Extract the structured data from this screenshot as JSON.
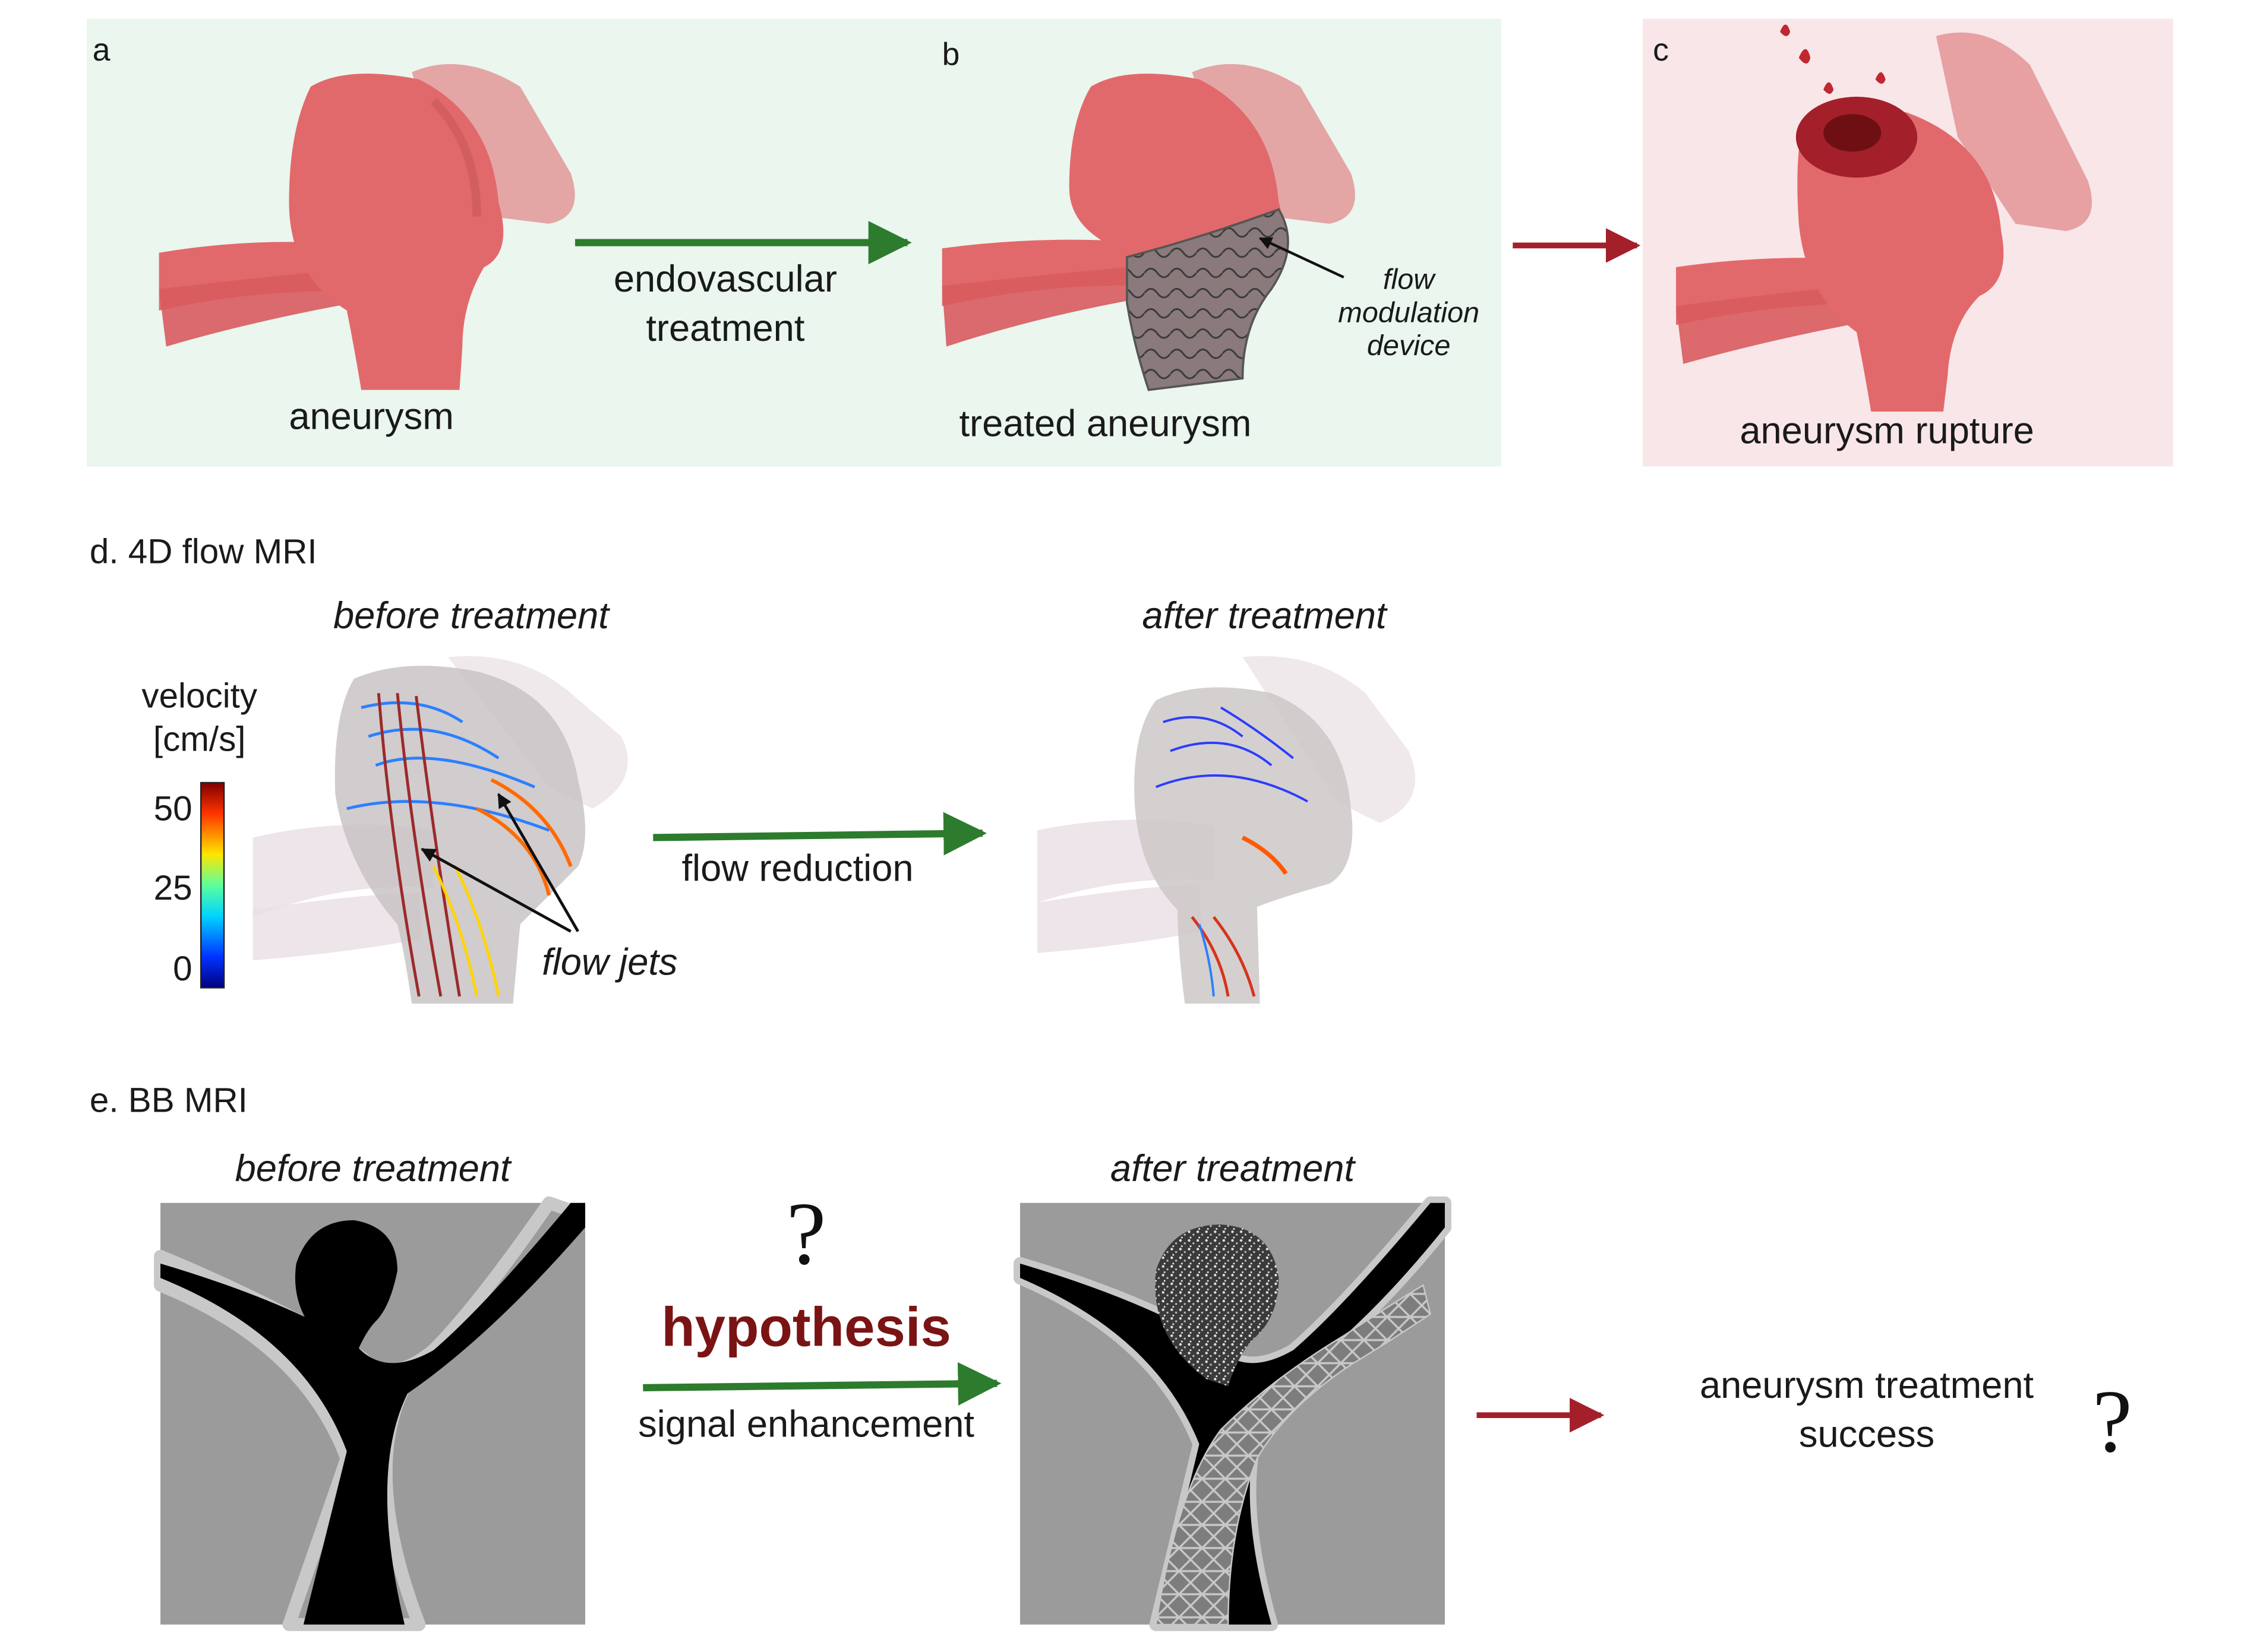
{
  "panel_a": {
    "letter": "a",
    "caption": "aneurysm"
  },
  "panel_b": {
    "letter": "b",
    "caption": "treated aneurysm",
    "device_line1": "flow",
    "device_line2": "modulation",
    "device_line3": "device"
  },
  "panel_c": {
    "letter": "c",
    "caption": "aneurysm rupture"
  },
  "arrow_ab": {
    "line1": "endovascular",
    "line2": "treatment"
  },
  "section_d": {
    "title": "d. 4D flow MRI",
    "before": "before treatment",
    "after": "after treatment",
    "colorbar_title_line1": "velocity",
    "colorbar_title_line2": "[cm/s]",
    "tick_high": "50",
    "tick_mid": "25",
    "tick_low": "0",
    "jets_label": "flow jets",
    "arrow_label": "flow reduction"
  },
  "section_e": {
    "title": "e. BB MRI",
    "before": "before treatment",
    "after": "after treatment",
    "question": "?",
    "hypothesis": "hypothesis",
    "arrow_label": "signal enhancement",
    "outcome_line1": "aneurysm treatment",
    "outcome_line2": "success",
    "outcome_question": "?"
  },
  "colors": {
    "panel_ab_bg": "#eaf6ee",
    "panel_c_bg": "#f8e6e8",
    "vessel": "#e2696b",
    "green_arrow": "#2d7b2d",
    "red_arrow": "#a3202a",
    "hypothesis": "#7a1414",
    "mri_gray": "#9b9b9b"
  }
}
